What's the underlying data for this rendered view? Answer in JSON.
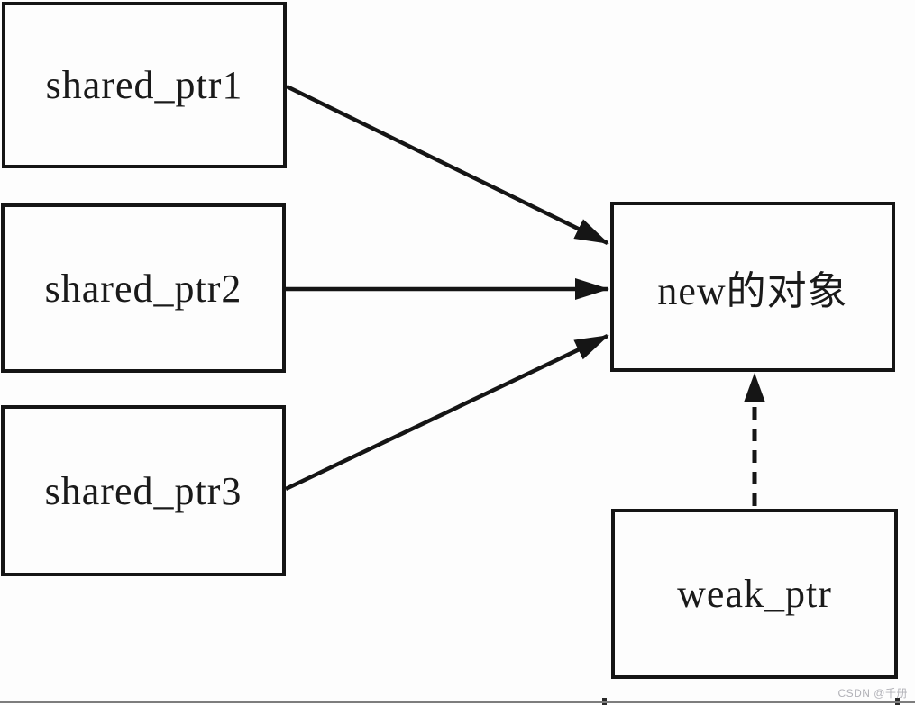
{
  "diagram": {
    "title_meaning": "shared_ptr and weak_ptr ownership of a new-ed object",
    "nodes": {
      "shared_ptr1": {
        "label": "shared_ptr1"
      },
      "shared_ptr2": {
        "label": "shared_ptr2"
      },
      "shared_ptr3": {
        "label": "shared_ptr3"
      },
      "new_object": {
        "label": "new的对象"
      },
      "weak_ptr": {
        "label": "weak_ptr"
      }
    },
    "edges": [
      {
        "from": "shared_ptr1",
        "to": "new_object",
        "style": "solid",
        "arrowhead": "filled-triangle"
      },
      {
        "from": "shared_ptr2",
        "to": "new_object",
        "style": "solid",
        "arrowhead": "filled-triangle"
      },
      {
        "from": "shared_ptr3",
        "to": "new_object",
        "style": "solid",
        "arrowhead": "filled-triangle"
      },
      {
        "from": "weak_ptr",
        "to": "new_object",
        "style": "dashed",
        "arrowhead": "filled-triangle"
      }
    ],
    "colors": {
      "background": "#fdfdfd",
      "line": "#151515",
      "text": "#1a1a1a",
      "divider": "#7d7d7d",
      "watermark": "#b1b1b7"
    }
  },
  "watermark": {
    "text": "CSDN @千册"
  }
}
